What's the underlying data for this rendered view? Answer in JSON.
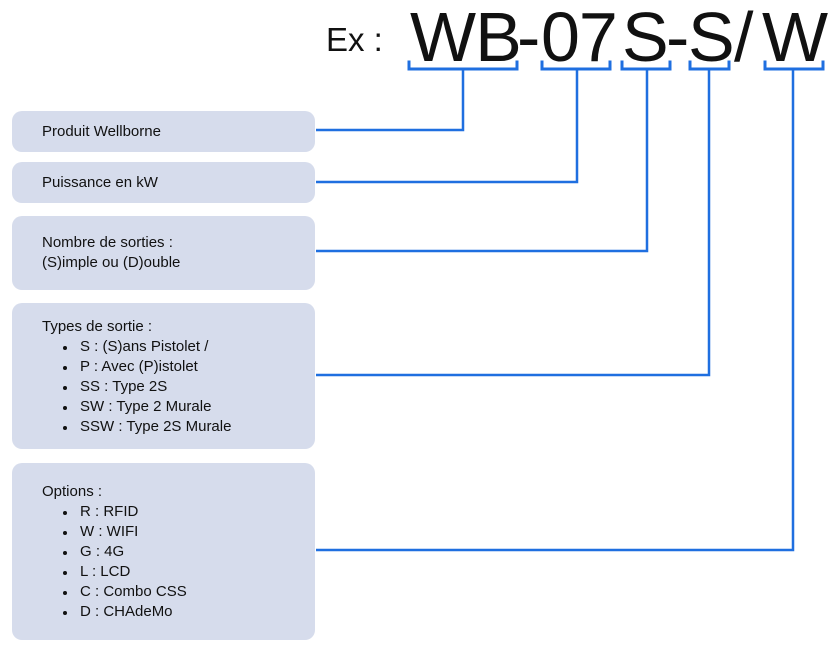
{
  "example": {
    "prefix": "Ex :",
    "code_parts": [
      "WB",
      "-",
      "07",
      "S",
      "-",
      "S",
      "/",
      "W"
    ]
  },
  "boxes": [
    {
      "title": "Produit Wellborne"
    },
    {
      "title": "Puissance en kW"
    },
    {
      "title": "Nombre de sorties :",
      "subtitle": "(S)imple ou (D)ouble"
    },
    {
      "title": "Types de sortie :",
      "items": [
        "S : (S)ans Pistolet /",
        "P : Avec (P)istolet",
        "SS : Type 2S",
        "SW : Type 2 Murale",
        "SSW : Type 2S Murale"
      ]
    },
    {
      "title": "Options :",
      "items": [
        "R : RFID",
        "W : WIFI",
        "G : 4G",
        "L : LCD",
        "C : Combo CSS",
        "D : CHAdeMo"
      ]
    }
  ],
  "colors": {
    "connector": "#1f6fe0",
    "box_fill": "#d6dcec",
    "text": "#111111"
  }
}
